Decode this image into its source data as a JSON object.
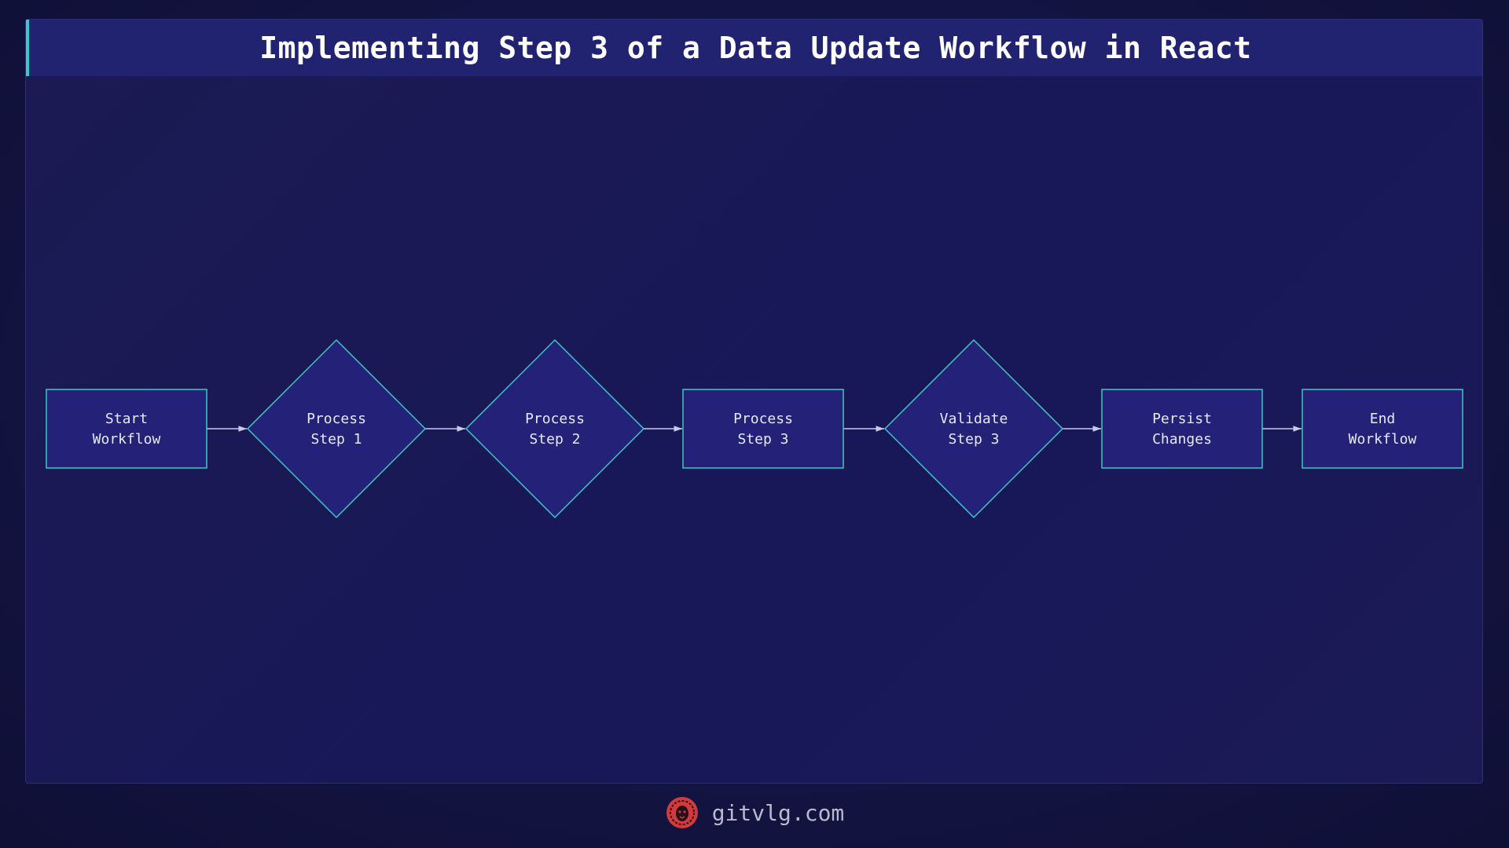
{
  "title": "Implementing Step 3 of a Data Update Workflow in React",
  "footer": {
    "site": "gitvlg.com",
    "logo_icon": "lion-logo-icon"
  },
  "colors": {
    "node_fill": "#232278",
    "node_stroke": "#3ec7c3",
    "text": "#e8e8f4",
    "arrow": "#c9cbe6",
    "logo": "#d13b3b"
  },
  "nodes": [
    {
      "id": "start",
      "shape": "rect",
      "lines": [
        "Start",
        "Workflow"
      ]
    },
    {
      "id": "p1",
      "shape": "diamond",
      "lines": [
        "Process",
        "Step 1"
      ]
    },
    {
      "id": "p2",
      "shape": "diamond",
      "lines": [
        "Process",
        "Step 2"
      ]
    },
    {
      "id": "p3",
      "shape": "rect",
      "lines": [
        "Process",
        "Step 3"
      ]
    },
    {
      "id": "v3",
      "shape": "diamond",
      "lines": [
        "Validate",
        "Step 3"
      ]
    },
    {
      "id": "persist",
      "shape": "rect",
      "lines": [
        "Persist",
        "Changes"
      ]
    },
    {
      "id": "end",
      "shape": "rect",
      "lines": [
        "End",
        "Workflow"
      ]
    }
  ],
  "edges": [
    {
      "from": "start",
      "to": "p1"
    },
    {
      "from": "p1",
      "to": "p2"
    },
    {
      "from": "p2",
      "to": "p3"
    },
    {
      "from": "p3",
      "to": "v3"
    },
    {
      "from": "v3",
      "to": "persist"
    },
    {
      "from": "persist",
      "to": "end"
    }
  ]
}
